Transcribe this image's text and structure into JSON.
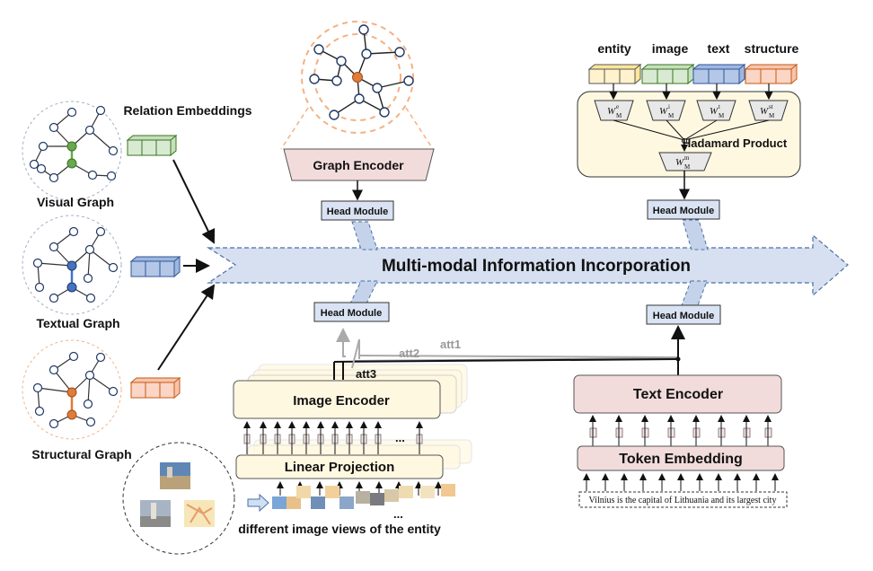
{
  "labels": {
    "relation_embeddings": "Relation Embeddings",
    "visual_graph": "Visual Graph",
    "textual_graph": "Textual Graph",
    "structural_graph": "Structural Graph",
    "graph_encoder": "Graph Encoder",
    "head_module": "Head Module",
    "multimodal": "Multi-modal Information Incorporation",
    "image_encoder": "Image Encoder",
    "linear_projection": "Linear Projection",
    "text_encoder": "Text Encoder",
    "token_embedding": "Token Embedding",
    "att1": "att1",
    "att2": "att2",
    "att3": "att3",
    "image_views": "different image views of the entity",
    "ellipsis": "...",
    "sentence": "Vilnius is the capital of Lithuania and its largest city",
    "hadamard": "Hadamard Product",
    "col_entity": "entity",
    "col_image": "image",
    "col_text": "text",
    "col_structure": "structure",
    "w_e": "W",
    "w_sub": "M",
    "w_e_sup": "e",
    "w_i_sup": "i",
    "w_t_sup": "t",
    "w_st_sup": "st",
    "w_m_sup": "m"
  },
  "colors": {
    "green": "#d9ead3",
    "blue": "#b4c7e7",
    "peach": "#fbd5c5",
    "cream": "#fff8e1",
    "pink": "#f2dcdb",
    "arrow": "#d6e0f0",
    "node_green": "#6aa84f",
    "node_blue": "#4472c4",
    "node_orange": "#e07b39"
  }
}
